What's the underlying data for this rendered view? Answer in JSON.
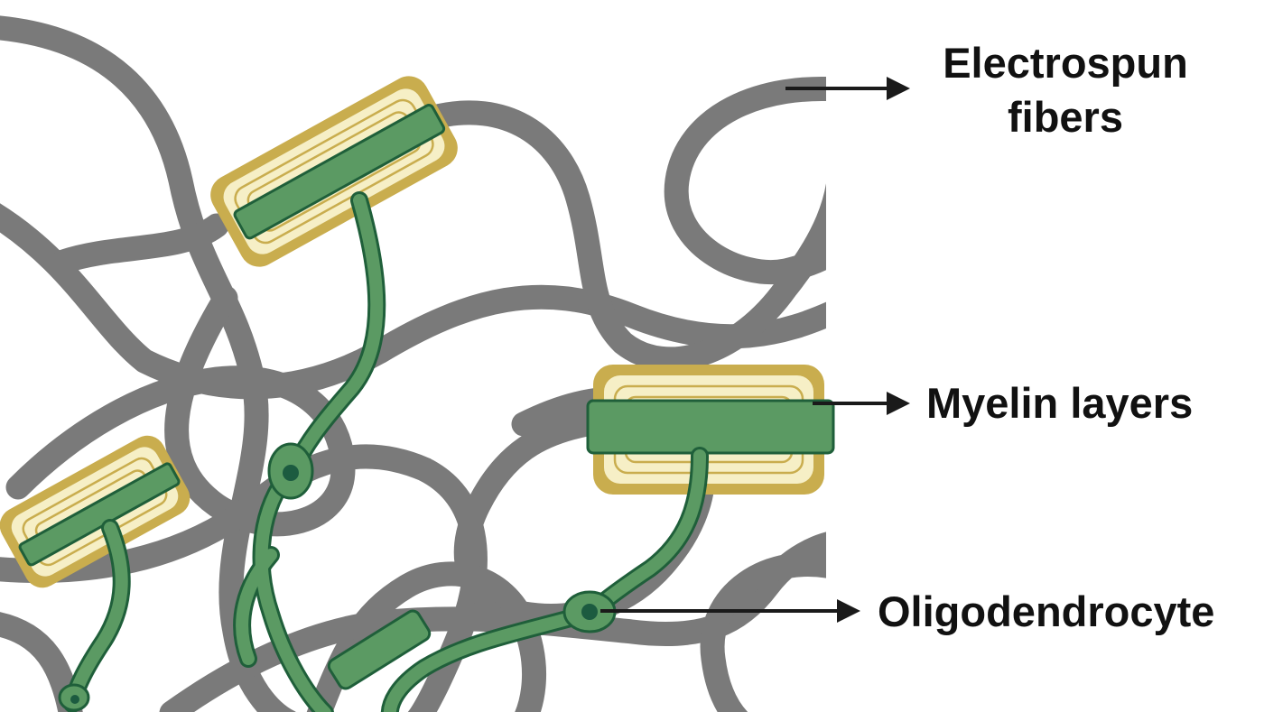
{
  "labels": {
    "fibers_line1": "Electrospun",
    "fibers_line2": "fibers",
    "myelin": "Myelin layers",
    "oligo": "Oligodendrocyte"
  },
  "colors": {
    "background": "#ffffff",
    "fiber": "#7a7a7a",
    "myelin_outer": "#c9ad4e",
    "myelin_inner": "#f6efc6",
    "cell_fill": "#5b9a63",
    "cell_stroke": "#1f5f3a",
    "nucleus": "#1c5b40",
    "arrow": "#1a1a1a",
    "text": "#111111"
  }
}
